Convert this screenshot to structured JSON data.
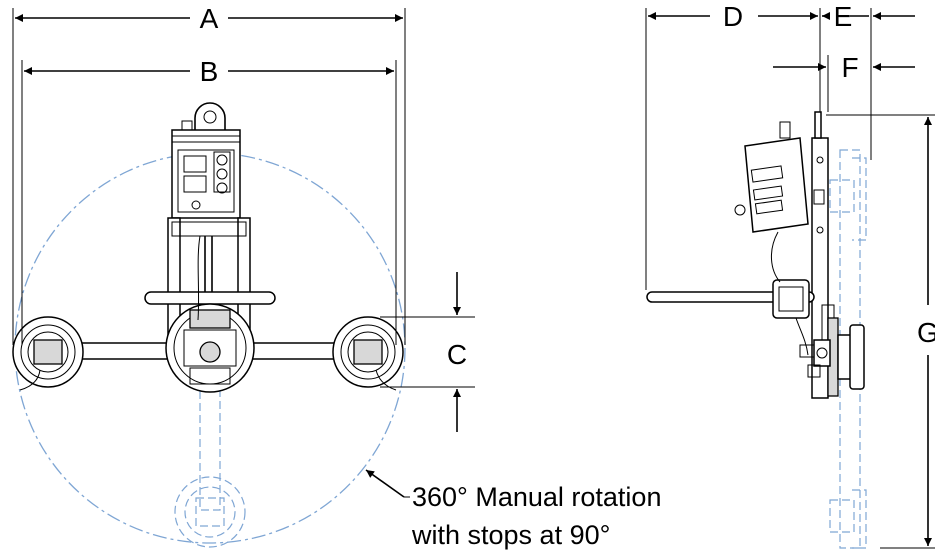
{
  "dimensions": {
    "a": "A",
    "b": "B",
    "c": "C",
    "d": "D",
    "e": "E",
    "f": "F",
    "g": "G"
  },
  "rotation_note": {
    "line1": "360° Manual rotation",
    "line2": "with stops at 90°"
  },
  "colors": {
    "ghost": "#7fa6d4",
    "line": "#000000"
  }
}
